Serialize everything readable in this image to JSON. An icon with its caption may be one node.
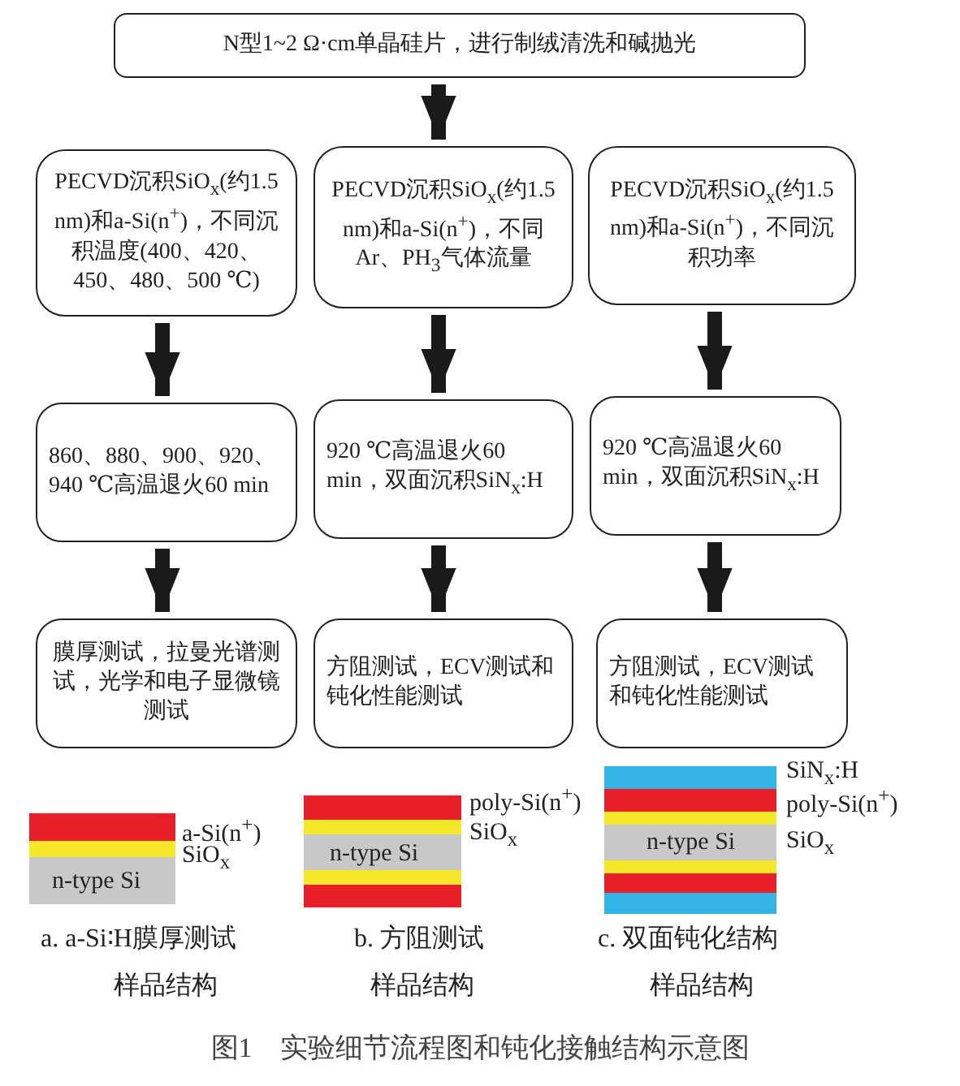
{
  "diagram": {
    "caption": "图1　实验细节流程图和钝化接触结构示意图",
    "nodes": [
      {
        "text": [
          "N型1~2 Ω·cm单晶硅片，进行制绒清洗和碱抛光"
        ]
      },
      {
        "text": [
          "PECVD沉积SiO$_{x}$(约1.5 nm)和a-Si(n$^{+}$)，不同沉积温度(400、420、450、480、500 ℃)"
        ]
      },
      {
        "text": [
          "PECVD沉积SiO$_{x}$(约1.5 nm)和a-Si(n$^{+}$)，不同Ar、PH$_{3}$气体流量"
        ]
      },
      {
        "text": [
          "PECVD沉积SiO$_{x}$(约1.5 nm)和a-Si(n$^{+}$)，不同沉积功率"
        ]
      },
      {
        "text": [
          "860、880、900、920、940 ℃高温退火60 min"
        ]
      },
      {
        "text": [
          "920 ℃高温退火60 min，双面沉积SiN$_{x}$:H"
        ]
      },
      {
        "text": [
          "920 ℃高温退火60 min，双面沉积SiN$_{x}$:H"
        ]
      },
      {
        "text": [
          "膜厚测试，拉曼光谱测试，光学和电子显微镜测试"
        ]
      },
      {
        "text": [
          "方阻测试，ECV测试和钝化性能测试"
        ]
      },
      {
        "text": [
          "方阻测试，ECV测试和钝化性能测试"
        ]
      }
    ],
    "edges": [
      {
        "from": 0,
        "to": 2,
        "arrow": "to"
      },
      {
        "from": 1,
        "to": 4,
        "arrow": "to"
      },
      {
        "from": 2,
        "to": 5,
        "arrow": "to"
      },
      {
        "from": 3,
        "to": 6,
        "arrow": "to"
      },
      {
        "from": 4,
        "to": 7,
        "arrow": "to"
      },
      {
        "from": 5,
        "to": 8,
        "arrow": "to"
      },
      {
        "from": 6,
        "to": 9,
        "arrow": "to"
      }
    ],
    "labels": [
      "a-Si(n$^{+}$)",
      "SiO$_{x}$",
      "n-type Si",
      "poly-Si(n$^{+}$)",
      "SiO$_{x}$",
      "n-type Si",
      "SiN$_{x}$:H",
      "poly-Si(n$^{+}$)",
      "n-type Si",
      "SiO$_{x}$",
      "a. a-Si∶H膜厚测试",
      "样品结构",
      "b. 方阻测试",
      "样品结构",
      "c. 双面钝化结构",
      "样品结构"
    ]
  }
}
